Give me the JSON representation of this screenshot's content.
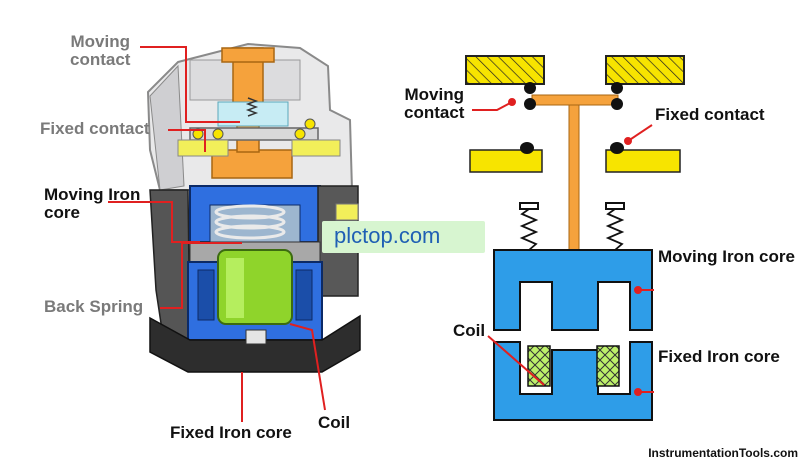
{
  "labels": {
    "left_moving_contact": "Moving\ncontact",
    "left_fixed_contact": "Fixed contact",
    "left_moving_iron_core": "Moving Iron\ncore",
    "left_back_spring": "Back Spring",
    "left_fixed_iron_core": "Fixed Iron core",
    "left_coil": "Coil",
    "right_moving_contact": "Moving\ncontact",
    "right_fixed_contact": "Fixed contact",
    "right_moving_iron_core": "Moving Iron core",
    "right_coil": "Coil",
    "right_fixed_iron_core": "Fixed Iron core"
  },
  "watermark": "plctop.com",
  "credit": "InstrumentationTools.com",
  "colors": {
    "label_leader": "#e02020",
    "iron_core": "#2e9de8",
    "contact_bar": "#f7e400",
    "bridge": "#f5a23c",
    "coil": "#8fd42b"
  }
}
